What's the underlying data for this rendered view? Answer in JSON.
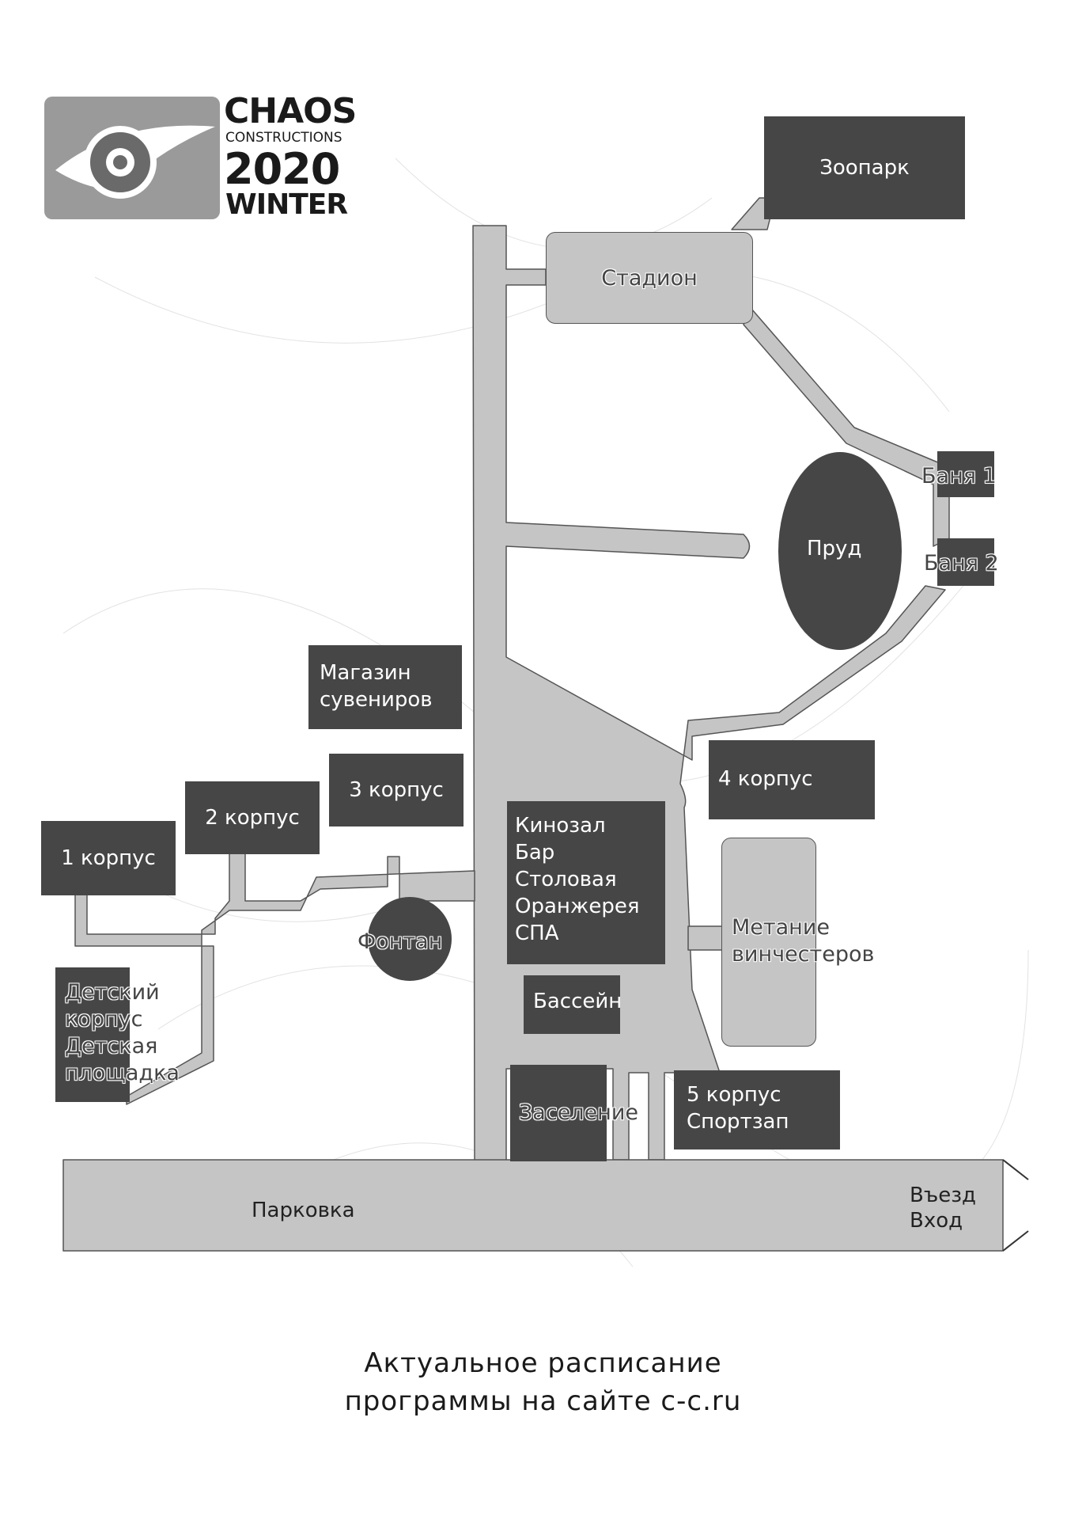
{
  "logo": {
    "line1": "CHAOS",
    "line2": "CONSTRUCTIONS",
    "line3": "2020",
    "line4": "WINTER"
  },
  "locations": {
    "zoo": "Зоопарк",
    "stadium": "Стадион",
    "bath1": "Баня 1",
    "bath2": "Баня 2",
    "pond": "Пруд",
    "souvenir_shop": [
      "Магазин",
      "сувениров"
    ],
    "building3": "3 корпус",
    "building2": "2 корпус",
    "building1": "1 корпус",
    "building4": "4 корпус",
    "main_hall": [
      "Кинозал",
      "Бар",
      "Столовая",
      "Оранжерея",
      "СПА"
    ],
    "fountain": "Фонтан",
    "throwing": [
      "Метание",
      "винчестеров"
    ],
    "kids": [
      "Детский",
      "корпус",
      "Детская",
      "площадка"
    ],
    "pool": "Бассейн",
    "checkin": "Заселение",
    "building5": [
      "5 корпус",
      "Спортзап"
    ],
    "parking": "Парковка",
    "entry": [
      "Въезд",
      "Вход"
    ]
  },
  "footer": {
    "line1": "Актуальное расписание",
    "line2": "программы на сайте c-c.ru"
  },
  "colors": {
    "dark_block": "#464646",
    "road": "#c5c5c5",
    "road_stroke": "#555555",
    "pond": "#464646"
  }
}
